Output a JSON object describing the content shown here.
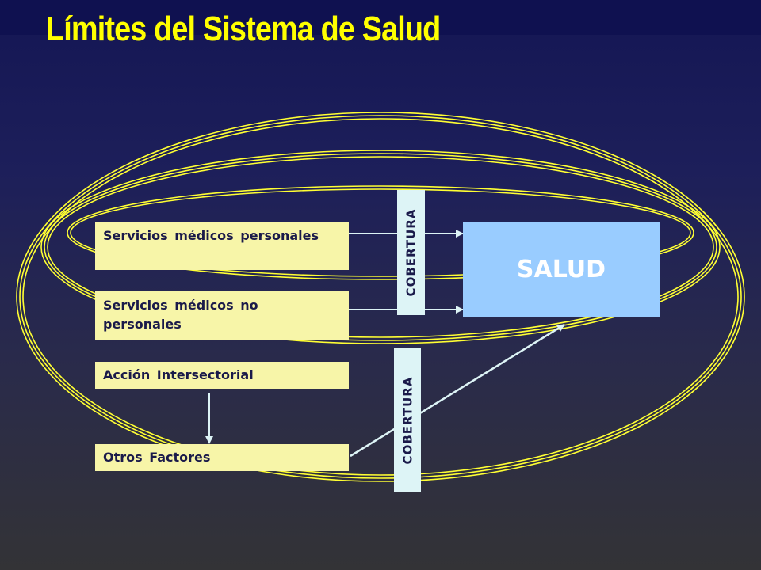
{
  "title": "Límites del Sistema de Salud",
  "boxes": {
    "personales": "Servicios médicos personales",
    "no_personales": "Servicios médicos no personales",
    "intersectorial": "Acción Intersectorial",
    "otros": "Otros Factores"
  },
  "salud": "SALUD",
  "cobertura_top": "COBERTURA",
  "cobertura_bottom": "COBERTURA",
  "colors": {
    "title": "#ffff00",
    "ellipse": "#ffff33",
    "box": "#f7f5a8",
    "salud": "#99ccff",
    "cobertura": "#ddf4f6",
    "arrow": "#ddf4f6"
  }
}
